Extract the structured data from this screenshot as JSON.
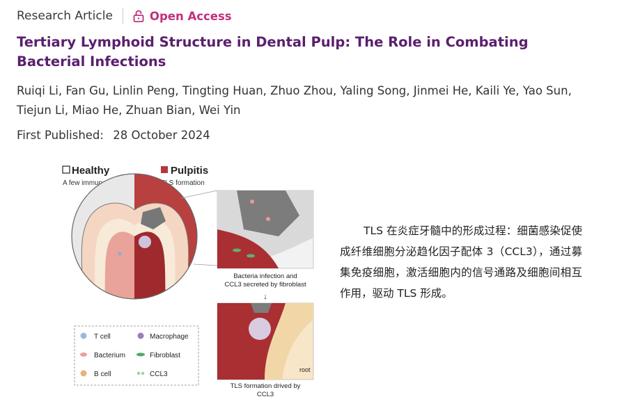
{
  "header": {
    "article_type": "Research Article",
    "access_label": "Open Access",
    "access_icon": "lock-open-icon",
    "accent_color": "#c0317d"
  },
  "article": {
    "title": "Tertiary Lymphoid Structure in Dental Pulp: The Role in Combating Bacterial Infections",
    "authors": "Ruiqi Li, Fan Gu, Linlin Peng, Tingting Huan, Zhuo Zhou, Yaling Song, Jinmei He, Kaili Ye, Yao Sun, Tiejun Li, Miao He, Zhuan Bian, Wei Yin",
    "published_label": "First Published:",
    "published_date": "28 October 2024",
    "title_color": "#5a1f6e"
  },
  "figure": {
    "healthy_label": "Healthy",
    "healthy_sub": "A few immune cells",
    "pulpitis_label": "Pulpitis",
    "pulpitis_sub": "TLS formation",
    "panel1_caption_line1": "Bacteria infection and",
    "panel1_caption_line2": "CCL3 secreted by fibroblast",
    "panel2_caption_line1": "TLS formation drived by",
    "panel2_caption_line2": "CCL3",
    "root_label": "root",
    "legend": {
      "t_cell": "T cell",
      "macrophage": "Macrophage",
      "bacterium": "Bacterium",
      "fibroblast": "Fibroblast",
      "b_cell": "B cell",
      "ccl3": "CCL3"
    }
  },
  "caption": "TLS 在炎症牙髓中的形成过程：细菌感染促使成纤维细胞分泌趋化因子配体 3（CCL3），通过募集免疫细胞，激活细胞内的信号通路及细胞间相互作用，驱动 TLS 形成。"
}
